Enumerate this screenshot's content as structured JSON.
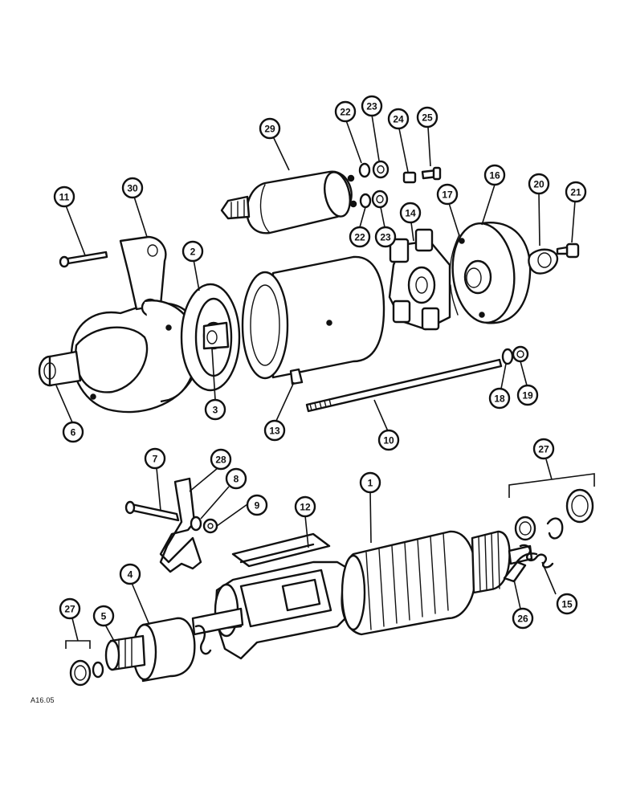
{
  "figure_code": "A16.05",
  "callouts": [
    {
      "id": "c29",
      "label": "29"
    },
    {
      "id": "c22a",
      "label": "22"
    },
    {
      "id": "c23a",
      "label": "23"
    },
    {
      "id": "c24",
      "label": "24"
    },
    {
      "id": "c25",
      "label": "25"
    },
    {
      "id": "c16",
      "label": "16"
    },
    {
      "id": "c20",
      "label": "20"
    },
    {
      "id": "c21",
      "label": "21"
    },
    {
      "id": "c11",
      "label": "11"
    },
    {
      "id": "c30",
      "label": "30"
    },
    {
      "id": "c22b",
      "label": "22"
    },
    {
      "id": "c23b",
      "label": "23"
    },
    {
      "id": "c14",
      "label": "14"
    },
    {
      "id": "c17",
      "label": "17"
    },
    {
      "id": "c2",
      "label": "2"
    },
    {
      "id": "c3",
      "label": "3"
    },
    {
      "id": "c6",
      "label": "6"
    },
    {
      "id": "c13",
      "label": "13"
    },
    {
      "id": "c10",
      "label": "10"
    },
    {
      "id": "c18",
      "label": "18"
    },
    {
      "id": "c19",
      "label": "19"
    },
    {
      "id": "c27a",
      "label": "27"
    },
    {
      "id": "c7",
      "label": "7"
    },
    {
      "id": "c28",
      "label": "28"
    },
    {
      "id": "c8",
      "label": "8"
    },
    {
      "id": "c9",
      "label": "9"
    },
    {
      "id": "c12",
      "label": "12"
    },
    {
      "id": "c1",
      "label": "1"
    },
    {
      "id": "c4",
      "label": "4"
    },
    {
      "id": "c27b",
      "label": "27"
    },
    {
      "id": "c5",
      "label": "5"
    },
    {
      "id": "c26",
      "label": "26"
    },
    {
      "id": "c15",
      "label": "15"
    }
  ]
}
